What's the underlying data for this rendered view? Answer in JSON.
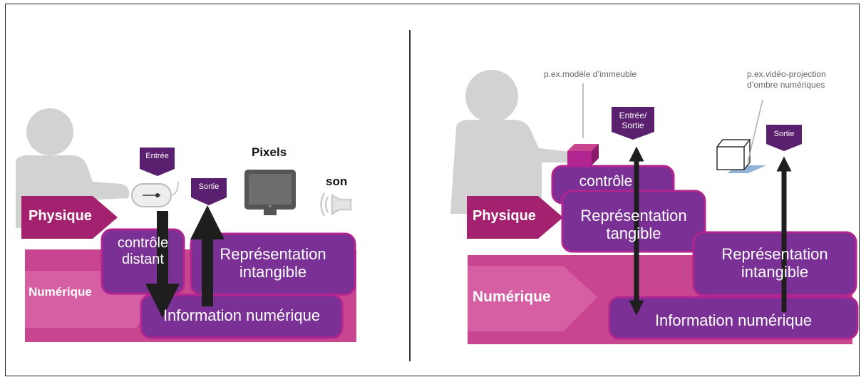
{
  "left": {
    "physique_label": "Physique",
    "numerique_label": "Numérique",
    "entree_label": "Entrée",
    "sortie_label": "Sortie",
    "pixels_label": "Pixels",
    "son_label": "son",
    "controle_distant": [
      "contrôle",
      "distant"
    ],
    "representation_intangible": [
      "Représentation",
      "intangible"
    ],
    "information_numerique": "Information numérique"
  },
  "right": {
    "physique_label": "Physique",
    "numerique_label": "Numérique",
    "entree_sortie_label": [
      "Entrée/",
      "Sortie"
    ],
    "sortie_label": "Sortie",
    "note_model": "p.ex.modèle d’immeuble",
    "note_projection": [
      "p.ex.vidéo-projection",
      "d’ombre numériques"
    ],
    "controle": "contrôle",
    "representation_tangible": [
      "Représentation",
      "tangible"
    ],
    "representation_intangible": [
      "Représentation",
      "intangible"
    ],
    "information_numerique": "Information numérique"
  },
  "colors": {
    "pink_band": "#c8468f",
    "magenta_arrow": "#a3216e",
    "purple_box": "#7a3095",
    "purple_border": "#b02590",
    "dark_purple_tag": "#5a1f6e",
    "gray_figure": "#d2d2d2",
    "arrow": "#1e1e1e"
  }
}
